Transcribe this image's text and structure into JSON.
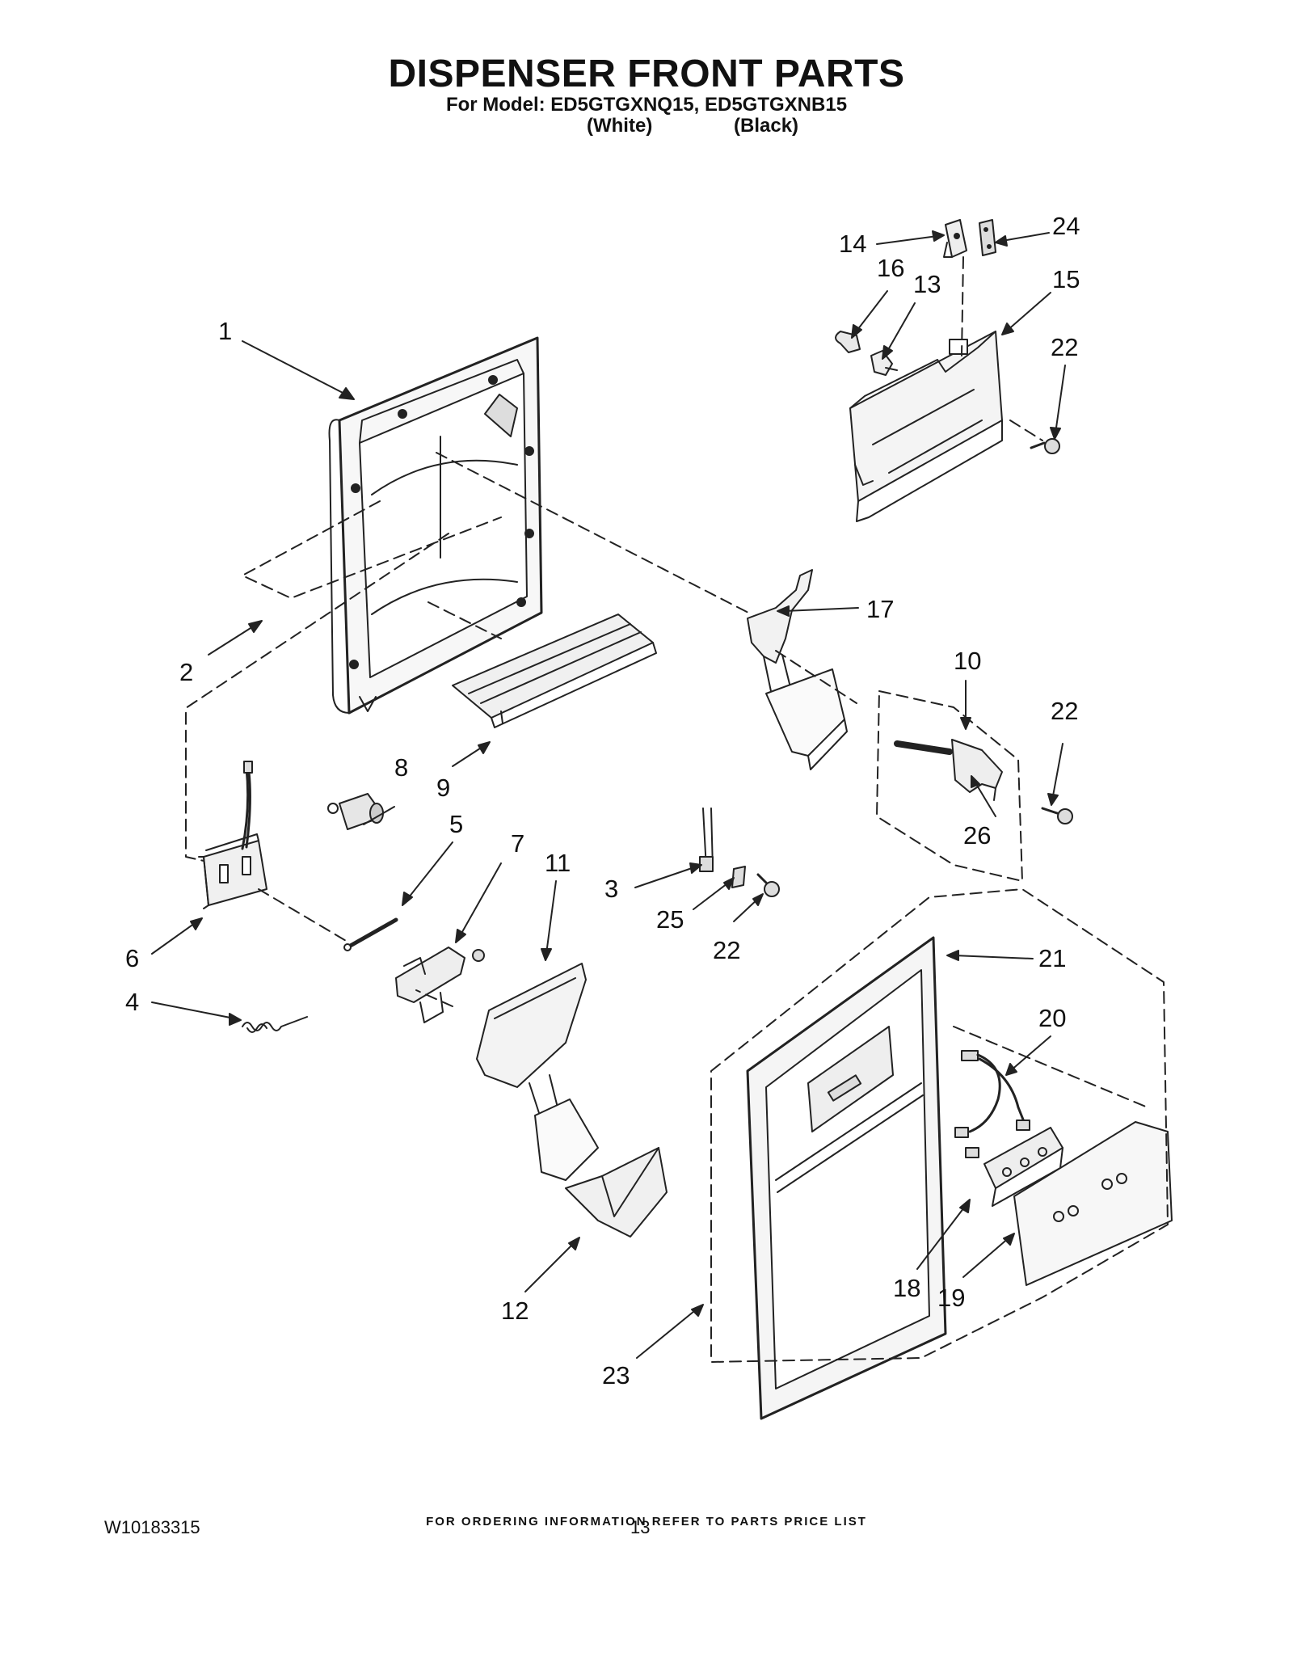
{
  "title": "DISPENSER FRONT PARTS",
  "model_line": "For Model: ED5GTGXNQ15, ED5GTGXNB15",
  "variants": [
    "(White)",
    "(Black)"
  ],
  "callouts": [
    "1",
    "2",
    "4",
    "6",
    "8",
    "9",
    "5",
    "7",
    "11",
    "3",
    "25",
    "22",
    "17",
    "10",
    "22",
    "26",
    "14",
    "24",
    "16",
    "13",
    "15",
    "22",
    "21",
    "20",
    "18",
    "19",
    "12",
    "23"
  ],
  "footer_note": "FOR ORDERING INFORMATION REFER TO PARTS PRICE LIST",
  "doc_number": "W10183315",
  "page_number": "13"
}
